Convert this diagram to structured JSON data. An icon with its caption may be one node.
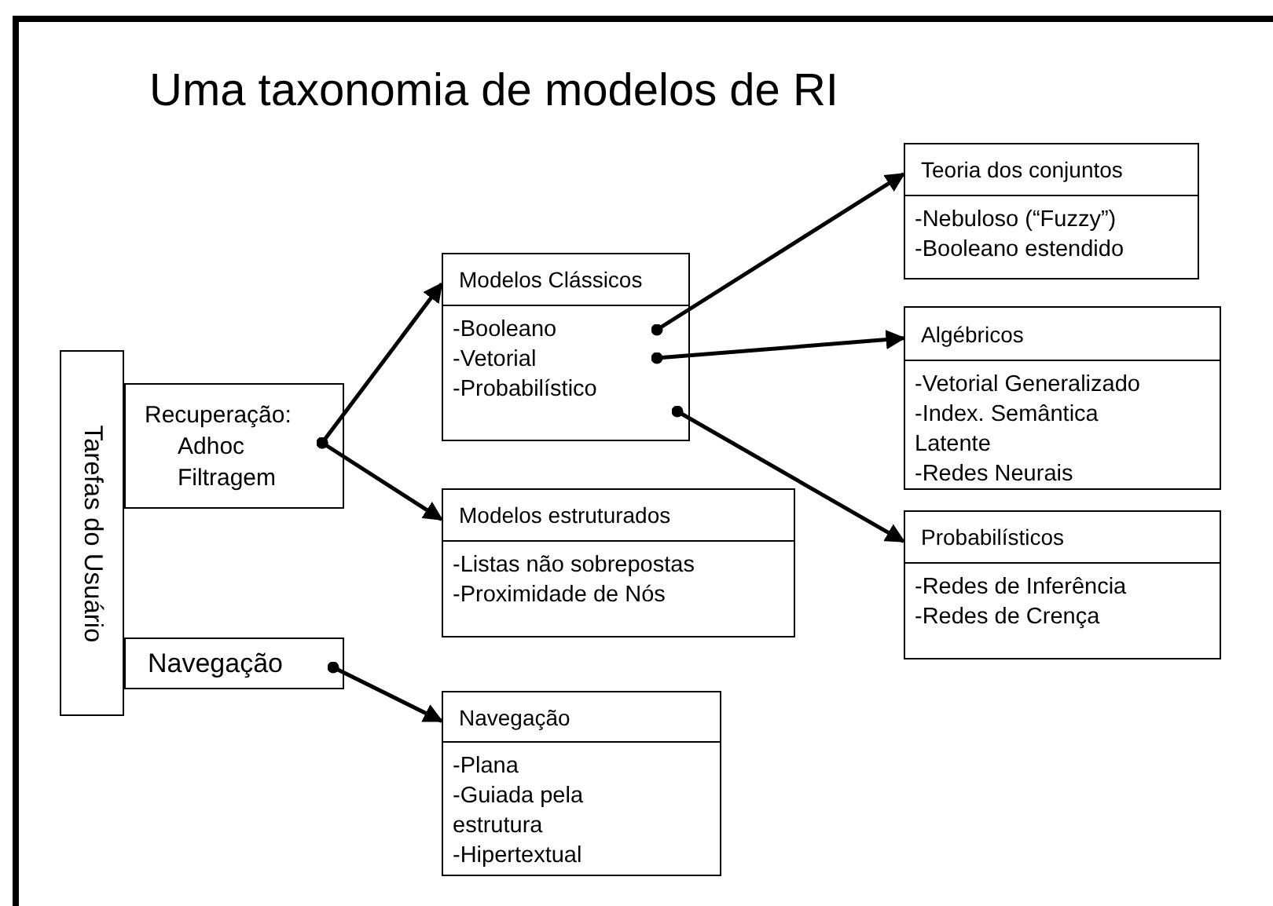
{
  "diagram": {
    "title": "Uma taxonomia de modelos de RI",
    "nodes": [
      {
        "text": [
          "Tarefas do Usuário"
        ]
      },
      {
        "text": [
          "Recuperação:",
          "Adhoc Filtragem"
        ]
      },
      {
        "text": [
          "Navegação"
        ]
      },
      {
        "text": [
          "Modelos Clássicos",
          "-Booleano",
          "-Vetorial",
          "-Probabilístico"
        ]
      },
      {
        "text": [
          "Modelos estruturados",
          "-Listas não sobrepostas",
          "-Proximidade de Nós"
        ]
      },
      {
        "text": [
          "Navegação",
          "-Plana",
          "-Guiada pela estrutura",
          "-Hipertextual"
        ]
      },
      {
        "text": [
          "Teoria dos conjuntos",
          "-Nebuloso (“Fuzzy”)",
          "-Booleano estendido"
        ]
      },
      {
        "text": [
          "Algébricos",
          "-Vetorial Generalizado",
          "-Index. Semântica Latente",
          "-Redes Neurais"
        ]
      },
      {
        "text": [
          "Probabilísticos",
          "-Redes de Inferência",
          "-Redes de Crença"
        ]
      }
    ],
    "edges": [
      {
        "from": 1,
        "to": 3,
        "arrow": "to"
      },
      {
        "from": 1,
        "to": 4,
        "arrow": "to"
      },
      {
        "from": 2,
        "to": 5,
        "arrow": "to"
      },
      {
        "from": 3,
        "to": 6,
        "arrow": "to"
      },
      {
        "from": 3,
        "to": 7,
        "arrow": "to"
      },
      {
        "from": 3,
        "to": 8,
        "arrow": "to"
      }
    ]
  }
}
